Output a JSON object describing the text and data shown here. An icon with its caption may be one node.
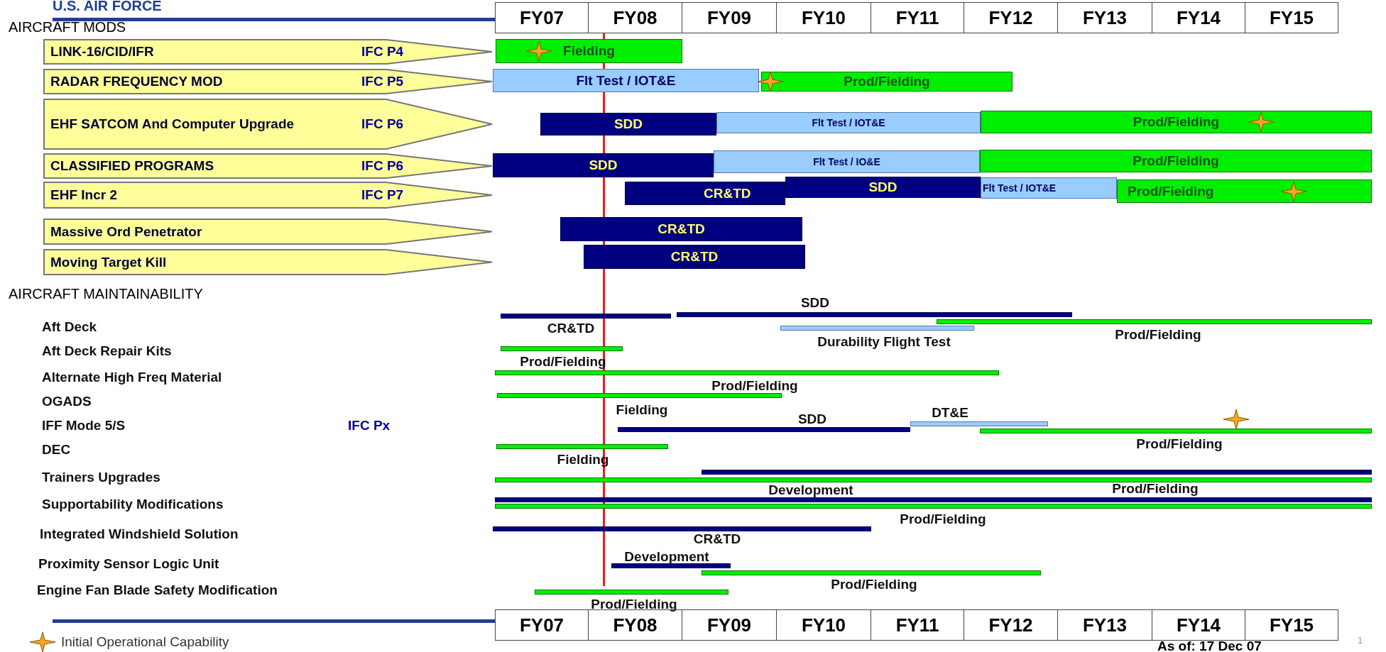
{
  "diagram": {
    "title": "U.S. AIR FORCE",
    "nodes": [
      {
        "text": [
          "LINK-16/CID/IFR",
          "IFC P4"
        ]
      },
      {
        "text": [
          "Fielding"
        ]
      },
      {
        "text": [
          "RADAR FREQUENCY MOD",
          "IFC P5"
        ]
      },
      {
        "text": [
          "Flt Test / IOT&E"
        ]
      },
      {
        "text": [
          "Prod/Fielding"
        ]
      },
      {
        "text": [
          "EHF SATCOM And Computer Upgrade",
          "IFC P6"
        ]
      },
      {
        "text": [
          "SDD"
        ]
      },
      {
        "text": [
          "Flt Test / IOT&E"
        ]
      },
      {
        "text": [
          "Prod/Fielding"
        ]
      },
      {
        "text": [
          "CLASSIFIED PROGRAMS",
          "IFC P6"
        ]
      },
      {
        "text": [
          "SDD"
        ]
      },
      {
        "text": [
          "Flt Test / IO&E"
        ]
      },
      {
        "text": [
          "Prod/Fielding"
        ]
      },
      {
        "text": [
          "EHF Incr 2",
          "IFC P7"
        ]
      },
      {
        "text": [
          "CR&TD"
        ]
      },
      {
        "text": [
          "SDD"
        ]
      },
      {
        "text": [
          "Flt Test / IOT&E"
        ]
      },
      {
        "text": [
          "Prod/Fielding"
        ]
      },
      {
        "text": [
          "Massive Ord Penetrator"
        ]
      },
      {
        "text": [
          "CR&TD"
        ]
      },
      {
        "text": [
          "Moving Target Kill"
        ]
      },
      {
        "text": [
          "CR&TD"
        ]
      },
      {
        "text": [],
        "shape": "bar",
        "beside": [
          "CR&TD"
        ]
      },
      {
        "text": [],
        "shape": "bar",
        "beside": [
          "SDD"
        ]
      },
      {
        "text": [],
        "shape": "bar",
        "beside": [
          "Durability Flight Test"
        ]
      },
      {
        "text": [],
        "shape": "bar",
        "beside": [
          "Prod/Fielding"
        ]
      },
      {
        "text": [],
        "shape": "bar",
        "beside": [
          "Prod/Fielding"
        ]
      },
      {
        "text": [],
        "shape": "bar",
        "beside": [
          "Prod/Fielding"
        ]
      },
      {
        "text": [],
        "shape": "bar",
        "beside": [
          "Fielding"
        ]
      },
      {
        "text": [],
        "shape": "bar",
        "beside": [
          "SDD"
        ]
      },
      {
        "text": [],
        "shape": "bar",
        "beside": [
          "DT&E"
        ]
      },
      {
        "text": [],
        "shape": "bar",
        "beside": [
          "Prod/Fielding"
        ]
      },
      {
        "text": [],
        "shape": "bar",
        "beside": [
          "Fielding"
        ]
      },
      {
        "text": [],
        "shape": "bar"
      },
      {
        "text": [],
        "shape": "bar",
        "beside": [
          "Prod/Fielding"
        ]
      },
      {
        "text": [],
        "shape": "bar",
        "beside": [
          "Development"
        ]
      },
      {
        "text": [],
        "shape": "bar",
        "beside": [
          "Prod/Fielding"
        ]
      },
      {
        "text": [],
        "shape": "bar",
        "beside": [
          "CR&TD"
        ]
      },
      {
        "text": [],
        "shape": "bar",
        "beside": [
          "Development"
        ]
      },
      {
        "text": [],
        "shape": "bar",
        "beside": [
          "Prod/Fielding"
        ]
      },
      {
        "text": [],
        "shape": "bar",
        "beside": [
          "Prod/Fielding"
        ]
      }
    ],
    "labels": [
      "FY07",
      "FY08",
      "FY09",
      "FY10",
      "FY11",
      "FY12",
      "FY13",
      "FY14",
      "FY15",
      "AIRCRAFT MODS",
      "AIRCRAFT MAINTAINABILITY",
      "Aft Deck",
      "Aft Deck Repair Kits",
      "Alternate High Freq Material",
      "OGADS",
      "IFF Mode 5/S",
      "IFC Px",
      "DEC",
      "Trainers Upgrades",
      "Supportability Modifications",
      "Integrated Windshield Solution",
      "Proximity Sensor Logic Unit",
      "Engine Fan Blade Safety Modification",
      "FY07",
      "FY08",
      "FY09",
      "FY10",
      "FY11",
      "FY12",
      "FY13",
      "FY14",
      "FY15",
      "As of: 17 Dec 07",
      "1"
    ],
    "legend": [
      {
        "text": "Initial Operational Capability"
      }
    ]
  }
}
